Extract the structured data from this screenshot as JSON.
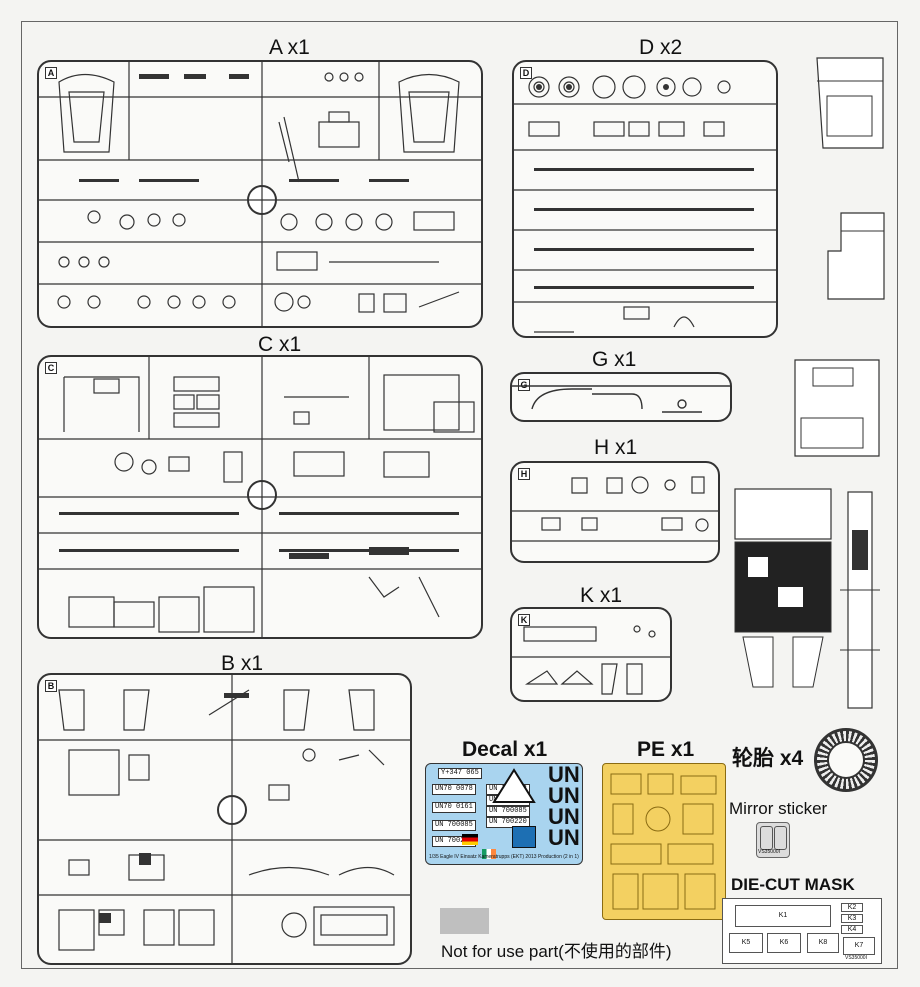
{
  "titles": {
    "a": "A x1",
    "d": "D x2",
    "c": "C x1",
    "g": "G x1",
    "h": "H x1",
    "k": "K x1",
    "b": "B x1",
    "decal": "Decal x1",
    "pe": "PE x1",
    "tire": "轮胎 x4",
    "mirror": "Mirror sticker",
    "mask": "DIE-CUT MASK"
  },
  "sprue_letters": {
    "a": "A",
    "d": "D",
    "c": "C",
    "g": "G",
    "h": "H",
    "k": "K",
    "b": "B"
  },
  "decal": {
    "plates": [
      "Y+347 065",
      "UN 700078",
      "UN 700161",
      "UN 700085",
      "UN 700220"
    ],
    "left_plates": [
      "UN70 0078",
      "UN70 0161",
      "UN 700085",
      "UN 700220"
    ],
    "un_marks": [
      "UN",
      "UN",
      "UN",
      "UN"
    ],
    "caption": "1/35 Eagle IV Einsatz Kameratrupps (EKT) 2013 Production (2 in 1)"
  },
  "mirror_label": "VS35000I",
  "mask": {
    "items": [
      "K1",
      "K2",
      "K3",
      "K4",
      "K5",
      "K6",
      "K7",
      "K8"
    ],
    "code": "VS35000I"
  },
  "not_for_use": "Not for use part(不使用的部件)",
  "colors": {
    "decal_bg": "#a9d4ef",
    "pe_gold": "#f3d061",
    "unused_gray": "#bfbfbf"
  }
}
